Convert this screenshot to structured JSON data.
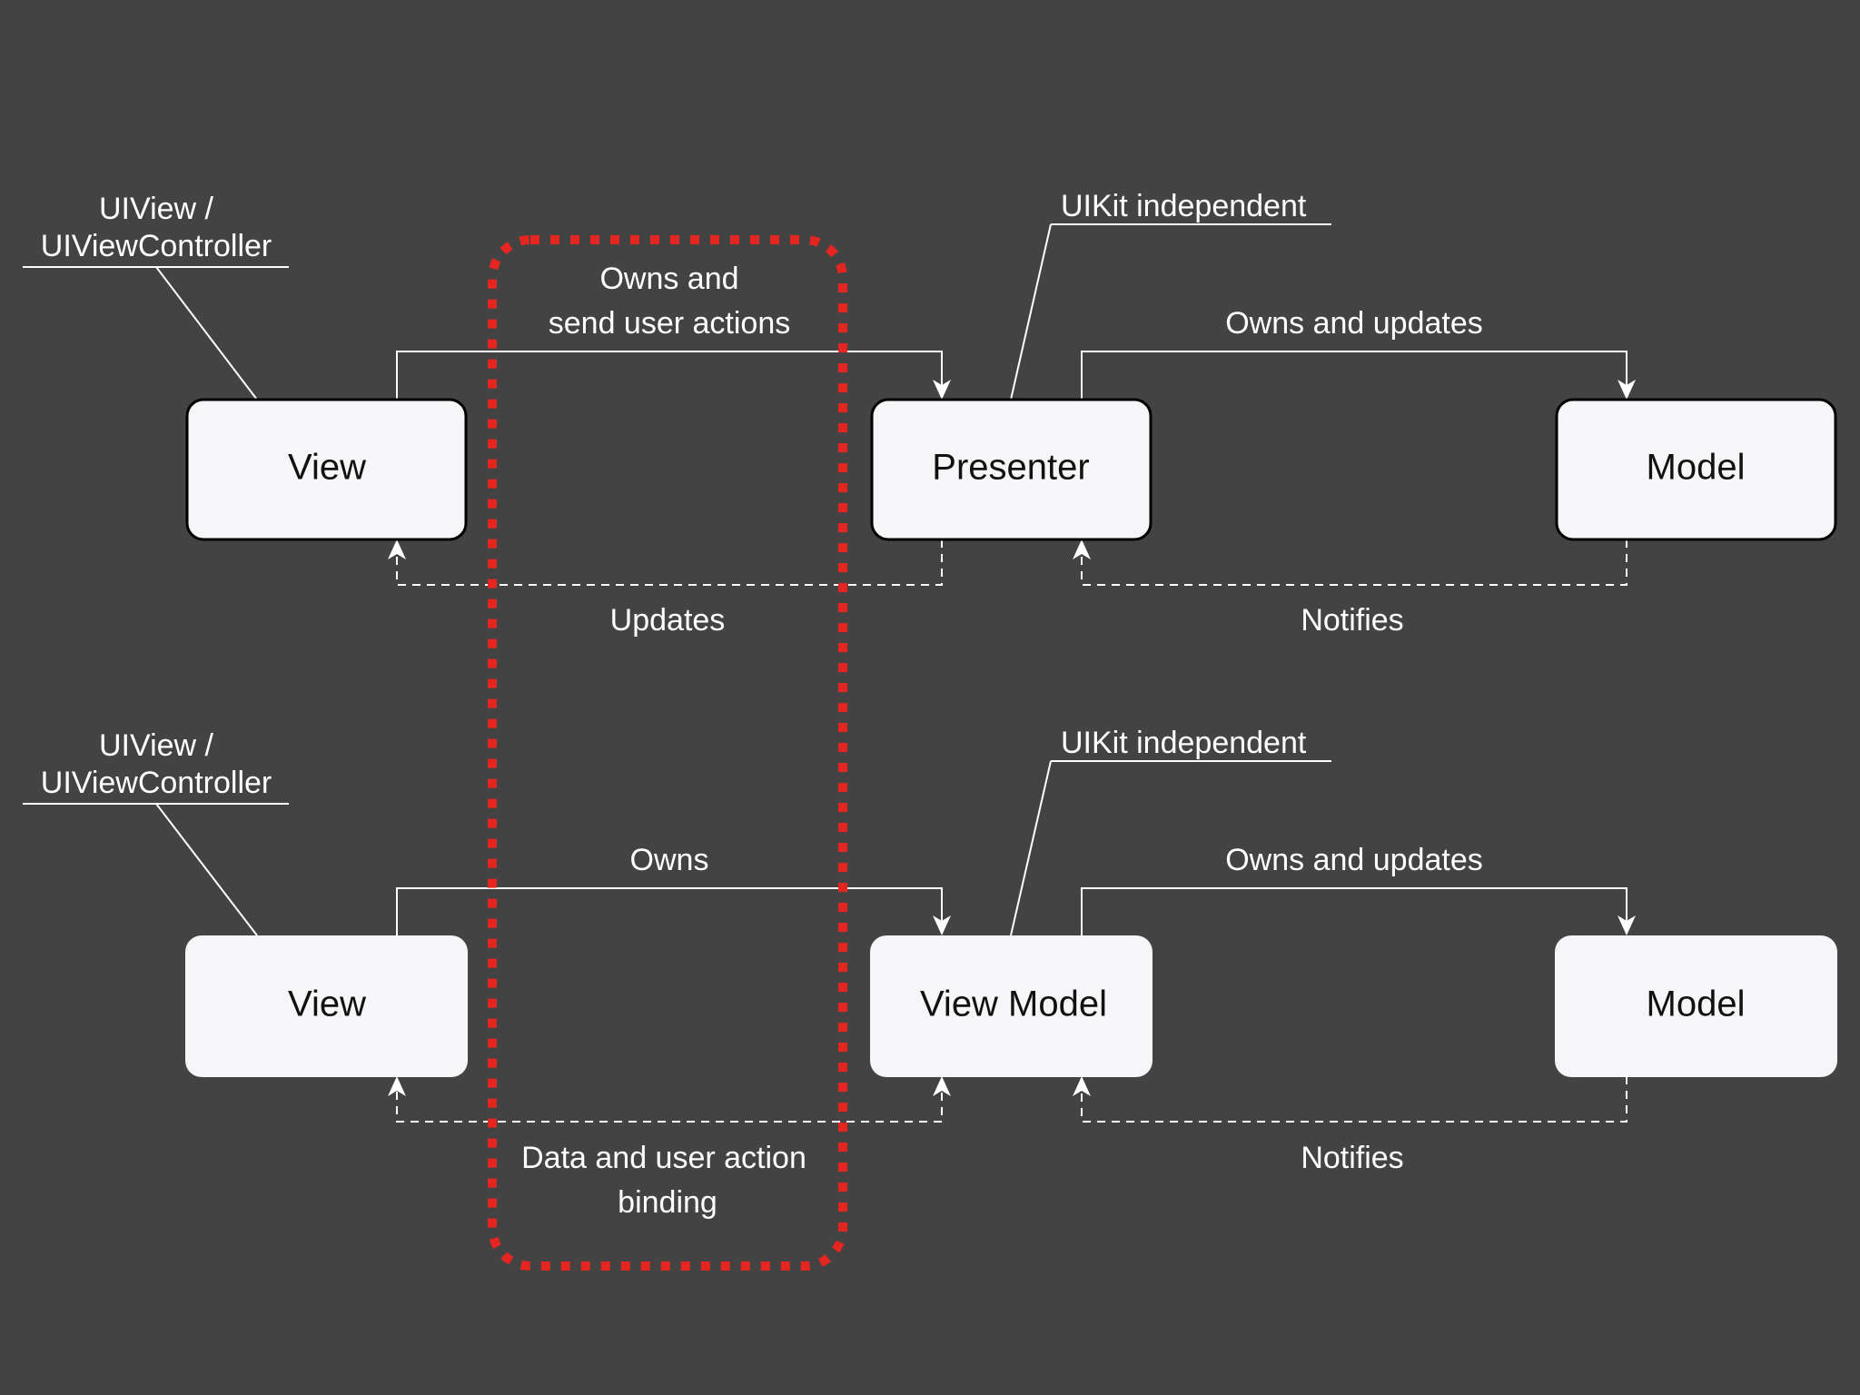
{
  "colors": {
    "background": "#444344",
    "box_fill": "#f6f5f7",
    "box_text": "#111111",
    "line": "#ffffff",
    "highlight": "#e52620"
  },
  "mvp": {
    "view_label": "View",
    "presenter_label": "Presenter",
    "model_label": "Model",
    "view_note_line1": "UIView /",
    "view_note_line2": "UIViewController",
    "presenter_note": "UIKit independent",
    "view_to_presenter_line1": "Owns and",
    "view_to_presenter_line2": "send user actions",
    "presenter_to_view": "Updates",
    "presenter_to_model": "Owns and updates",
    "model_to_presenter": "Notifies"
  },
  "mvvm": {
    "view_label": "View",
    "viewmodel_label": "View Model",
    "model_label": "Model",
    "view_note_line1": "UIView /",
    "view_note_line2": "UIViewController",
    "viewmodel_note": "UIKit independent",
    "view_to_viewmodel": "Owns",
    "binding_line1": "Data and user action",
    "binding_line2": "binding",
    "viewmodel_to_model": "Owns and updates",
    "model_to_viewmodel": "Notifies"
  }
}
